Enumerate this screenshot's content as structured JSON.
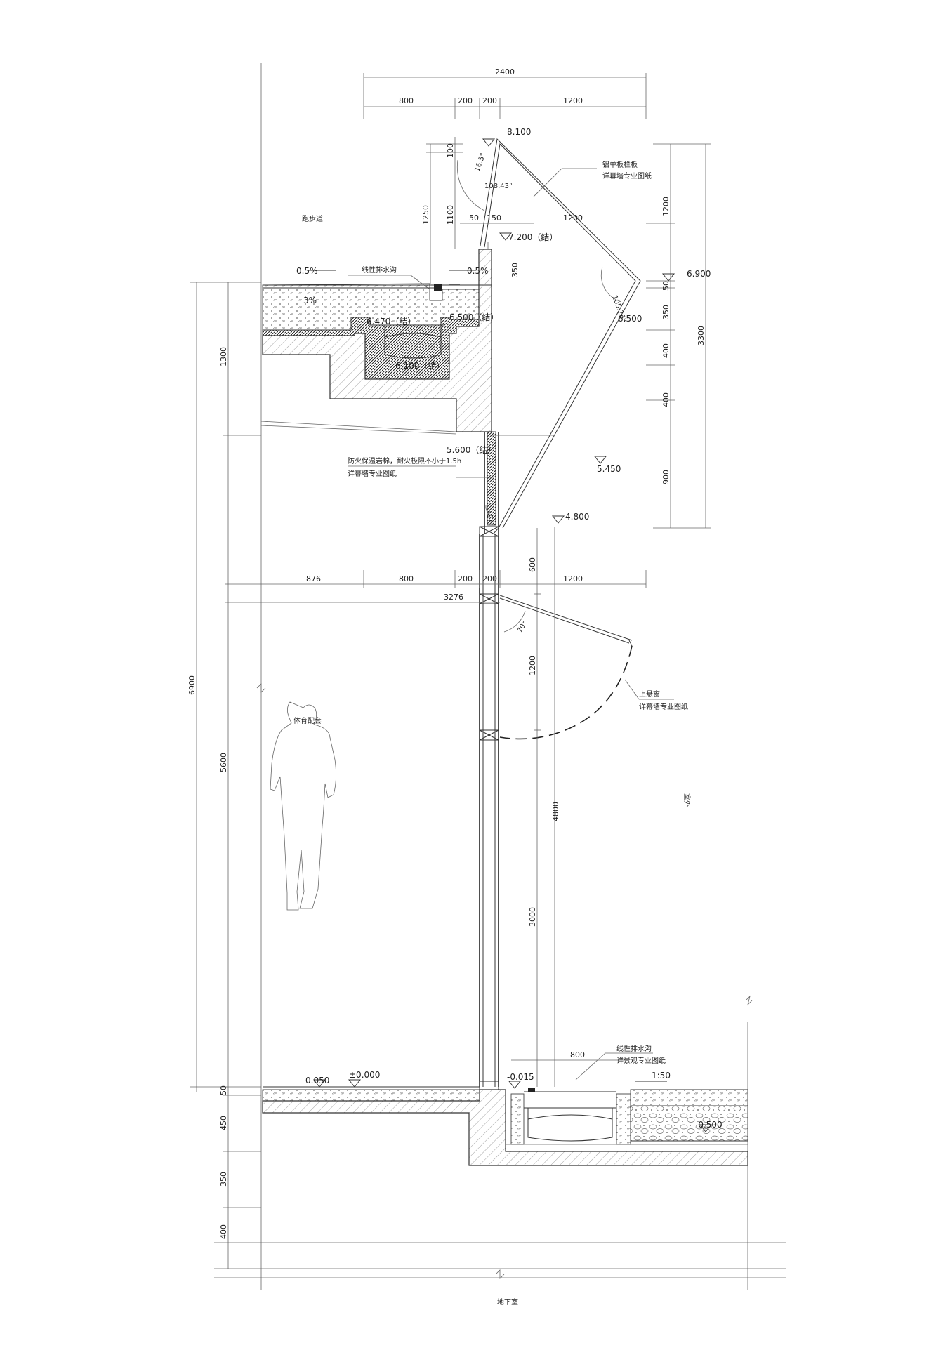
{
  "dims_top": {
    "total": "2400",
    "a": "800",
    "b": "200",
    "c": "200",
    "d": "1200"
  },
  "dims_mid": {
    "a": "876",
    "b": "800",
    "c": "200",
    "d": "200",
    "e": "1200",
    "total": "3276"
  },
  "dims_vertical_left": {
    "d1300": "1300",
    "d5600": "5600",
    "d6900": "6900",
    "d50": "50",
    "d450": "450",
    "d350": "350",
    "d400": "400"
  },
  "dims_parapet": {
    "d100": "100",
    "d1250": "1250",
    "d1100": "1100",
    "d50": "50",
    "d150": "150",
    "d1200": "1200",
    "d350": "350"
  },
  "dims_right": {
    "d1200": "1200",
    "d50": "50",
    "d350": "350",
    "d400a": "400",
    "d400b": "400",
    "d900": "900",
    "d3300": "3300"
  },
  "dims_window": {
    "d600": "600",
    "d1200": "1200",
    "d4800": "4800",
    "d3000": "3000",
    "d800": "800"
  },
  "levels": {
    "l8100": "8.100",
    "l7200": "7.200（结）",
    "l6900": "6.900",
    "l6470": "6.470（结）",
    "l6500s": "6.500（结）",
    "l6100": "6.100（结）",
    "l6500": "6.500",
    "l5600": "5.600（结）",
    "l5450": "5.450",
    "l4800": "4.800",
    "l0050": "0.050",
    "l0000": "±0.000",
    "lm0015": "-0.015",
    "lm0500": "-0.500",
    "slope1": "0.5%",
    "slope2": "0.5%",
    "slope3": "3%",
    "ratio": "1:50"
  },
  "angles": {
    "a165": "16.5°",
    "a1084": "108.43°",
    "a1052": "105.26°",
    "a70": "70°",
    "a15": "15°"
  },
  "notes": {
    "panel1": "铝单板栏板",
    "panel2": "详幕墙专业图纸",
    "drain_top": "线性排水沟",
    "fire1": "防火保温岩棉，耐火极限不小于1.5h",
    "fire2": "详幕墙专业图纸",
    "win1": "上悬窗",
    "win2": "详幕墙专业图纸",
    "drain_bot1": "线性排水沟",
    "drain_bot2": "详景观专业图纸"
  },
  "rooms": {
    "track": "跑步道",
    "sports": "体育配套",
    "outdoor": "室外",
    "basement": "地下室"
  }
}
